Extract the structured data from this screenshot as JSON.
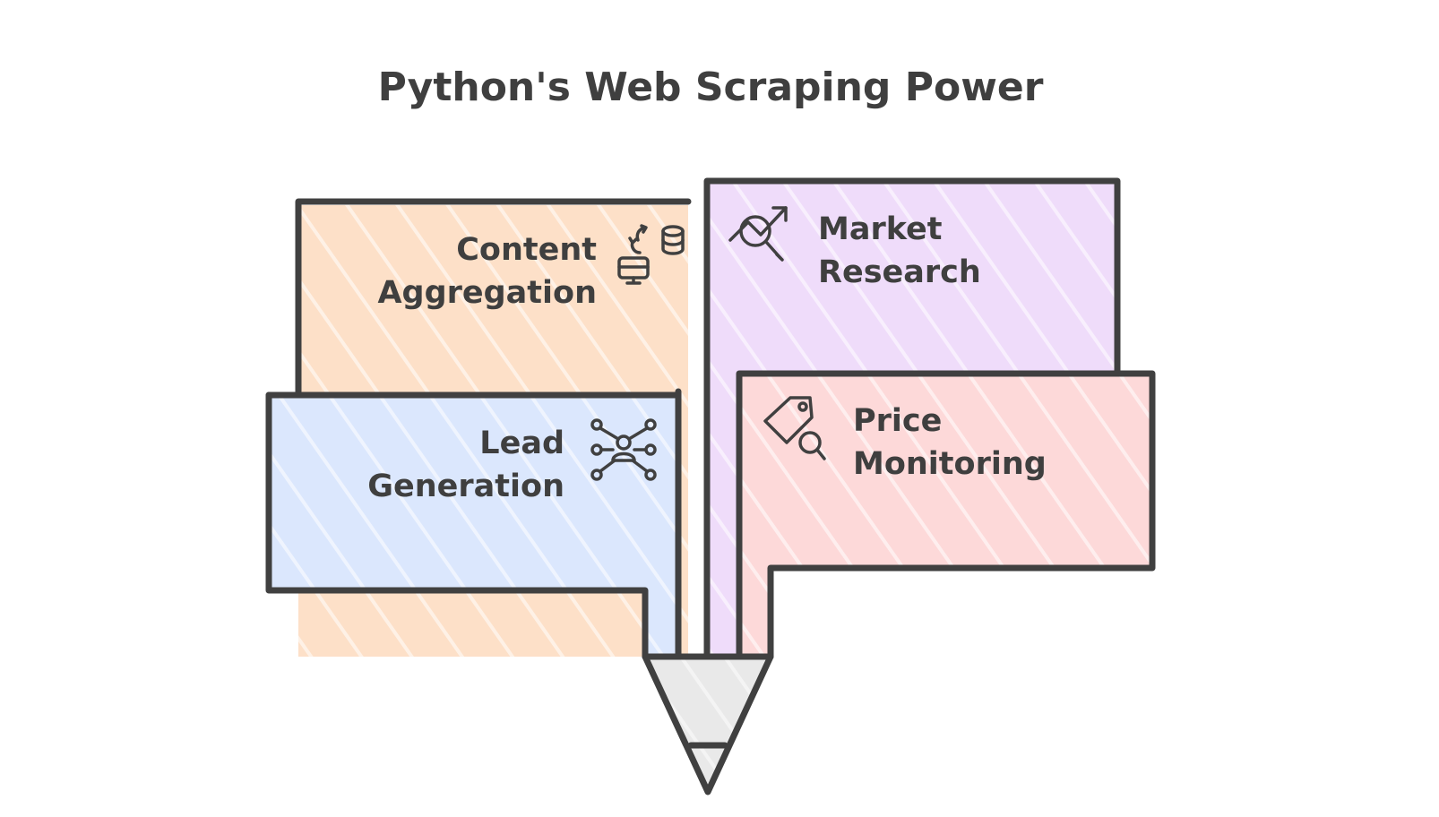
{
  "title": "Python's Web Scraping Power",
  "segments": [
    {
      "id": "content-aggregation",
      "line1": "Content",
      "line2": "Aggregation",
      "color": "#fde0c8",
      "icon": "database-transfer-icon"
    },
    {
      "id": "market-research",
      "line1": "Market",
      "line2": "Research",
      "color": "#efdcfa",
      "icon": "trend-search-icon"
    },
    {
      "id": "lead-generation",
      "line1": "Lead",
      "line2": "Generation",
      "color": "#dbe7fd",
      "icon": "network-user-icon"
    },
    {
      "id": "price-monitoring",
      "line1": "Price",
      "line2": "Monitoring",
      "color": "#fdd9d9",
      "icon": "price-tag-search-icon"
    }
  ],
  "pencil_tip_color": "#e9e9e9"
}
